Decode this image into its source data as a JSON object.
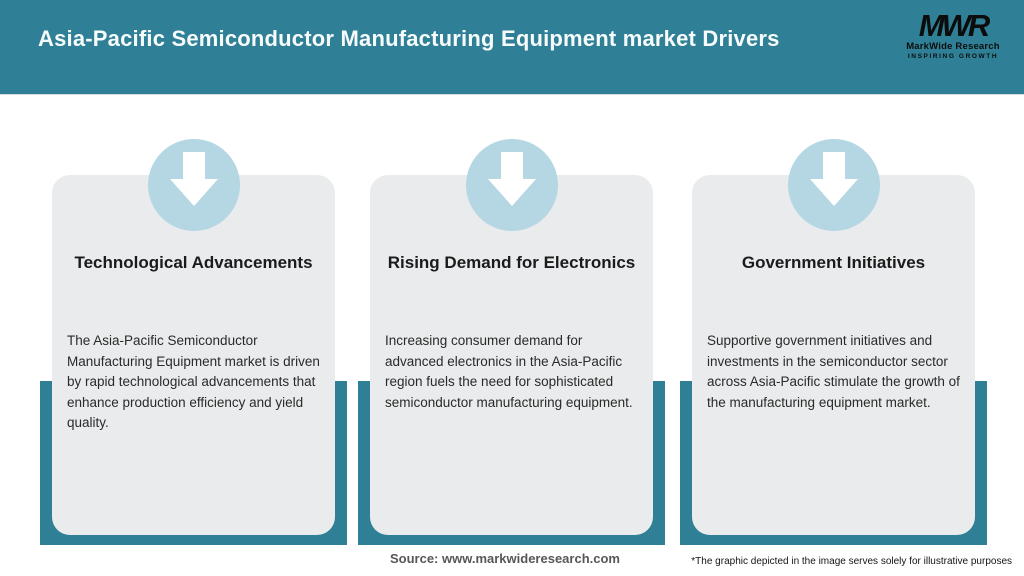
{
  "header": {
    "title": "Asia-Pacific Semiconductor Manufacturing Equipment market Drivers",
    "logo": {
      "acronym": "MWR",
      "name": "MarkWide Research",
      "tagline": "INSPIRING GROWTH"
    }
  },
  "cards": [
    {
      "icon": "down-arrow-icon",
      "title": "Technological Advancements",
      "description": "The Asia-Pacific Semiconductor Manufacturing Equipment market is driven by rapid technological advancements that enhance production efficiency and yield quality."
    },
    {
      "icon": "down-arrow-icon",
      "title": "Rising Demand for Electronics",
      "description": "Increasing consumer demand for advanced electronics in the Asia-Pacific region fuels the need for sophisticated semiconductor manufacturing equipment."
    },
    {
      "icon": "down-arrow-icon",
      "title": "Government Initiatives",
      "description": "Supportive government initiatives and investments in the semiconductor sector across Asia-Pacific stimulate the growth of the manufacturing equipment market."
    }
  ],
  "footer": {
    "source": "Source: www.markwideresearch.com",
    "disclaimer": "*The graphic depicted in the image serves solely for illustrative purposes"
  },
  "colors": {
    "header_teal": "#2f8096",
    "backdrop_teal": "#2f8096",
    "circle_blue": "#b5d7e3",
    "card_gray": "#e9ebec",
    "title_white": "#f7fbfc"
  }
}
